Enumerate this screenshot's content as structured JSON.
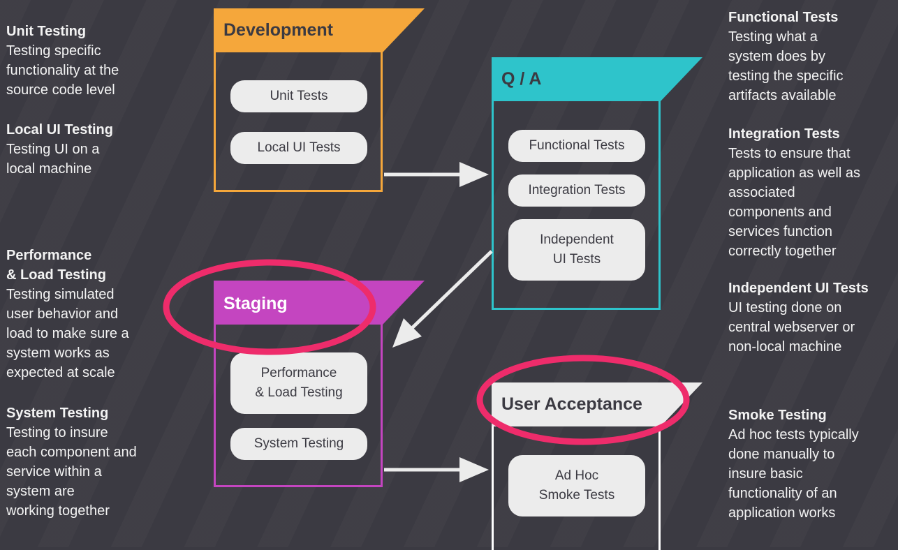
{
  "colors": {
    "background": "#3b3a42",
    "development": "#f5a73b",
    "qa": "#2ec4cb",
    "staging": "#c445c0",
    "user_acceptance": "#ececec",
    "highlight": "#ee2c6b"
  },
  "left_descriptions": [
    {
      "title": "Unit Testing",
      "lines": [
        "Testing specific",
        "functionality at the",
        "source code level"
      ]
    },
    {
      "title": "Local UI Testing",
      "lines": [
        "Testing UI on a",
        "local machine"
      ]
    },
    {
      "title_lines": [
        "Performance",
        "& Load Testing"
      ],
      "lines": [
        "Testing simulated",
        "user behavior and",
        "load to make sure a",
        "system works as",
        "expected at scale"
      ]
    },
    {
      "title": "System Testing",
      "lines": [
        "Testing to insure",
        "each component and",
        "service within a",
        "system are",
        "working together"
      ]
    }
  ],
  "right_descriptions": [
    {
      "title": "Functional Tests",
      "lines": [
        "Testing what a",
        "system does by",
        "testing the specific",
        "artifacts available"
      ]
    },
    {
      "title": "Integration Tests",
      "lines": [
        "Tests to ensure that",
        "application as well as",
        "associated",
        "components and",
        "services function",
        "correctly together"
      ]
    },
    {
      "title": "Independent UI Tests",
      "lines": [
        "UI testing done on",
        "central webserver or",
        "non-local machine"
      ]
    },
    {
      "title": "Smoke Testing",
      "lines": [
        "Ad hoc tests typically",
        "done manually to",
        "insure basic",
        "functionality of an",
        "application works"
      ]
    }
  ],
  "stages": {
    "development": {
      "title": "Development",
      "items": [
        {
          "lines": [
            "Unit Tests"
          ]
        },
        {
          "lines": [
            "Local UI Tests"
          ]
        }
      ]
    },
    "qa": {
      "title": "Q / A",
      "items": [
        {
          "lines": [
            "Functional Tests"
          ]
        },
        {
          "lines": [
            "Integration Tests"
          ]
        },
        {
          "lines": [
            "Independent",
            "UI Tests"
          ]
        }
      ]
    },
    "staging": {
      "title": "Staging",
      "items": [
        {
          "lines": [
            "Performance",
            "& Load Testing"
          ]
        },
        {
          "lines": [
            "System Testing"
          ]
        }
      ]
    },
    "user_acceptance": {
      "title": "User Acceptance",
      "items": [
        {
          "lines": [
            "Ad Hoc",
            "Smoke Tests"
          ]
        }
      ]
    }
  }
}
